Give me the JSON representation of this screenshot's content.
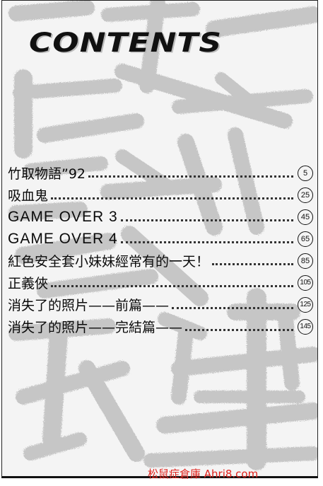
{
  "header": {
    "title": "CONTENTS"
  },
  "toc": [
    {
      "title": "竹取物語”92",
      "page": "5"
    },
    {
      "title": "吸血鬼",
      "page": "25"
    },
    {
      "title": "GAME OVER 3",
      "page": "45"
    },
    {
      "title": "GAME OVER 4",
      "page": "65"
    },
    {
      "title": "紅色安全套小妹妹經常有的一天！",
      "page": "85"
    },
    {
      "title": "正義俠",
      "page": "105"
    },
    {
      "title": "消失了的照片——前篇——",
      "page": "125"
    },
    {
      "title": "消失了的照片——完結篇——",
      "page": "145"
    }
  ],
  "watermark": {
    "text": "松鼠症倉庫 Ahri8.com",
    "color": "#e0201a"
  },
  "colors": {
    "paper": "#f4f4f4",
    "ink": "#111111",
    "brush": "#c9c9c9"
  }
}
